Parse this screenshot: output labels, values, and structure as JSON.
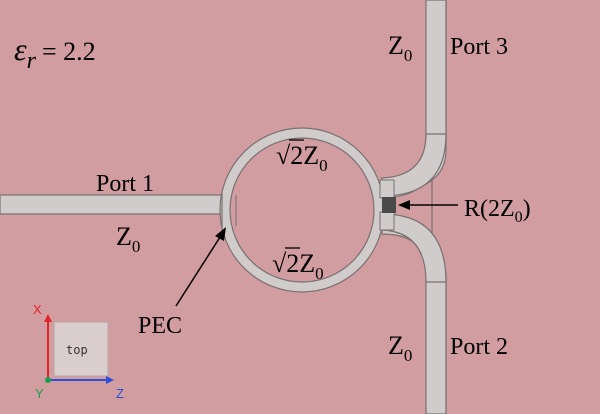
{
  "colors": {
    "background": "#d29da0",
    "trace_fill": "#d0cccc",
    "trace_stroke": "#7a7070",
    "resistor": "#4a4a4a",
    "axis_x": "#e0242a",
    "axis_y": "#1aa04a",
    "axis_z": "#2a4fd8"
  },
  "permittivity": {
    "symbol": "ε",
    "subscript": "r",
    "value": "= 2.2"
  },
  "ring": {
    "upper_impedance": {
      "root": "√2",
      "z": "Z",
      "sub": "0"
    },
    "lower_impedance": {
      "root": "√2",
      "z": "Z",
      "sub": "0"
    }
  },
  "ports": {
    "port1": {
      "label": "Port 1",
      "z": "Z",
      "sub": "0"
    },
    "port2": {
      "label": "Port 2",
      "z": "Z",
      "sub": "0"
    },
    "port3": {
      "label": "Port 3",
      "z": "Z",
      "sub": "0"
    }
  },
  "resistor": {
    "label_prefix": "R(2Z",
    "sub": "0",
    "label_suffix": ")"
  },
  "pec": {
    "label": "PEC"
  },
  "axes_widget": {
    "view_label": "top",
    "x_label": "X",
    "y_label": "Y",
    "z_label": "Z"
  }
}
